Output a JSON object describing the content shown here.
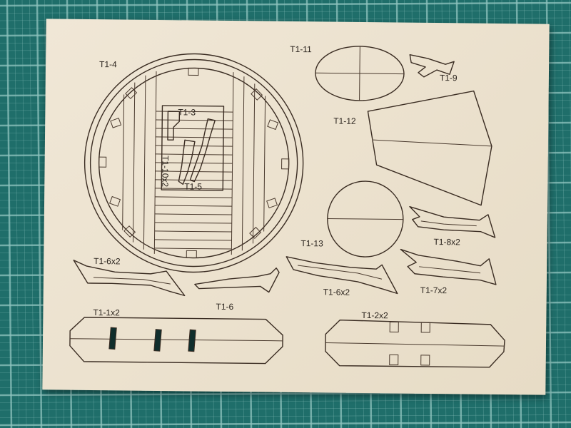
{
  "colors": {
    "cutting_mat": "#1f6e6a",
    "mat_grid_lines": "#8fc4bf",
    "plywood_sheet": "#ece2cf",
    "laser_cut_lines": "#3a2c22"
  },
  "labels": {
    "t1_4": "T1-4",
    "t1_3": "T1-3",
    "t1_10x2": "T1-10x2",
    "t1_5": "T1-5",
    "t1_11": "T1-11",
    "t1_9": "T1-9",
    "t1_12": "T1-12",
    "t1_13": "T1-13",
    "t1_8x2": "T1-8x2",
    "t1_6x2_left": "T1-6x2",
    "t1_6x2_right": "T1-6x2",
    "t1_6": "T1-6",
    "t1_7x2": "T1-7x2",
    "t1_1x2": "T1-1x2",
    "t1_2x2": "T1-2x2"
  }
}
